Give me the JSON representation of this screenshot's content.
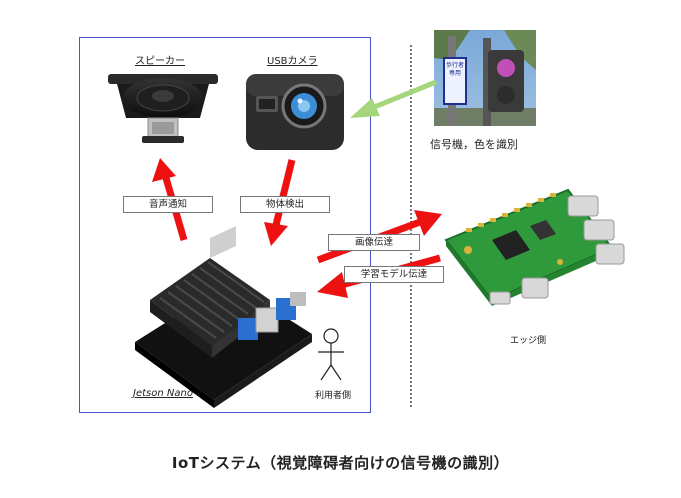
{
  "device_labels": {
    "speaker": "スピーカー",
    "usb_camera": "USBカメラ",
    "jetson": "Jetson Nano",
    "edge": "エッジ側",
    "user": "利用者側",
    "signal": "信号機，色を識別"
  },
  "flow_labels": {
    "audio_notify": "音声通知",
    "object_detect": "物体検出",
    "image_transfer": "画像伝達",
    "model_transfer": "学習モデル伝達"
  },
  "signal_sign_text": "歩行者専用",
  "caption": "IoTシステム（視覚障碍者向けの信号機の識別）",
  "colors": {
    "arrow": "#ee1111",
    "frame_border": "#4a55c8",
    "signal_arrow": "#a6d67c",
    "board_green": "#2f9a3c"
  }
}
